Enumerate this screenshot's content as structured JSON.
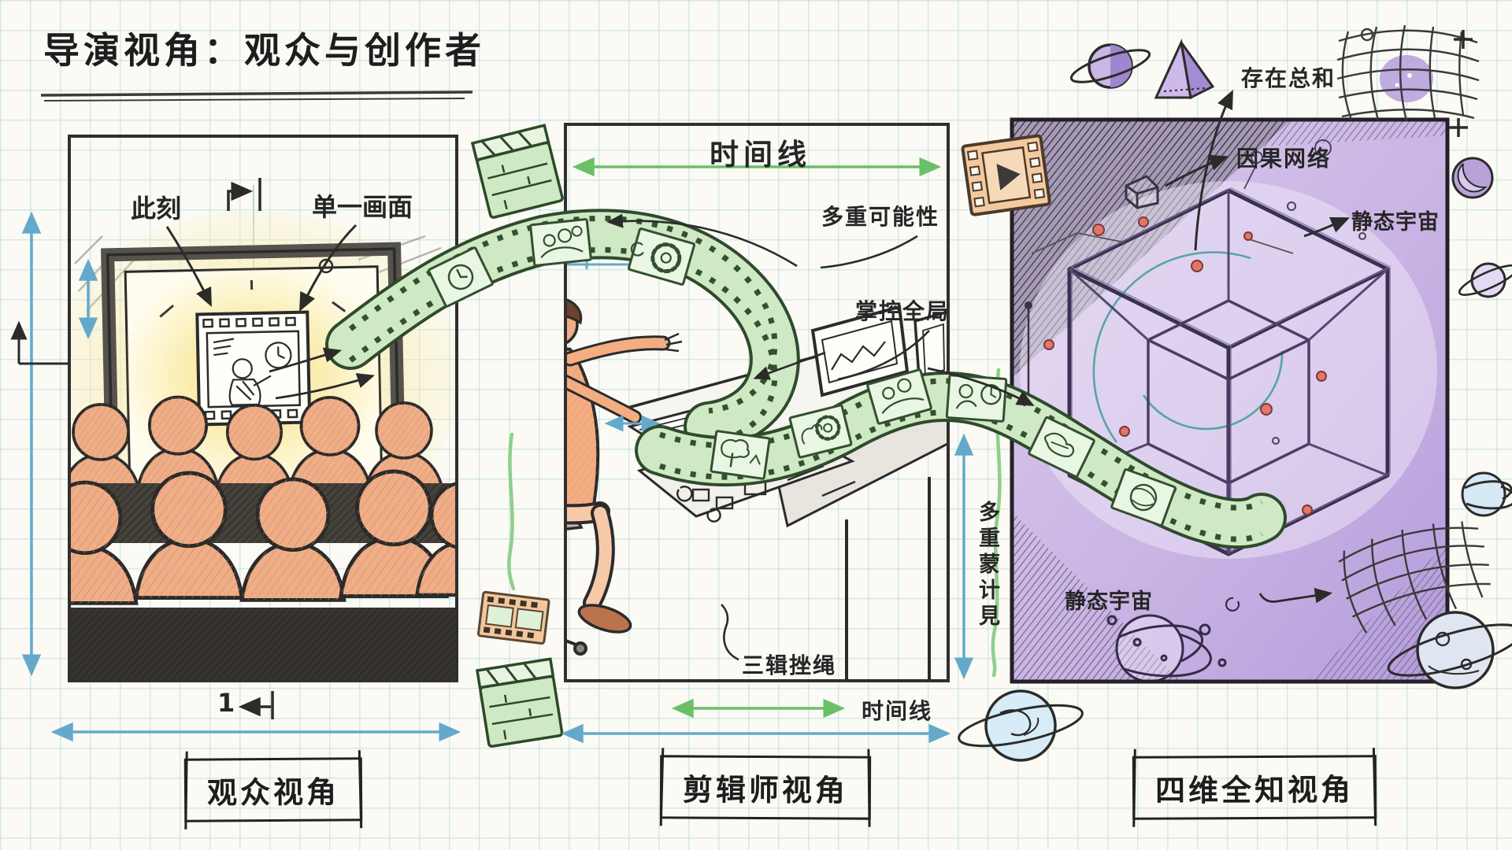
{
  "title": "导演视角：观众与创作者",
  "left_panel": {
    "caption": "观众视角",
    "label_now": "此刻",
    "label_single_frame": "单一画面",
    "frame_number": "1"
  },
  "middle_panel": {
    "caption": "剪辑师视角",
    "timeline_top": "时间线",
    "timeline_bottom": "时间线",
    "label_possibilities": "多重可能性",
    "label_control": "掌控全局",
    "label_console": "三辑挫绳",
    "label_vertical": "多重蒙计見"
  },
  "right_panel": {
    "caption": "四维全知视角",
    "label_sum": "存在总和",
    "label_causal": "因果网络",
    "label_static_right": "静态宇宙",
    "label_static_left": "静态宇宙"
  },
  "icons": [
    "clapperboard-icon",
    "film-frame-icon",
    "play-frame-icon",
    "saturn-icon",
    "pyramid-icon",
    "spacetime-grid-icon",
    "moon-icon",
    "planet-icon",
    "tesseract-icon",
    "cube-icon",
    "return-mark-icon"
  ],
  "colors": {
    "paper": "#fbfaf4",
    "grid": "#7dc3cd",
    "ink": "#2b2b2b",
    "film_green": "#cfe9c4",
    "film_edge": "#2f4a2c",
    "arrow_green": "#6bbf69",
    "dim_blue": "#64a9cc",
    "skin_orange": "#efae87",
    "shirt_orange": "#f4ad82",
    "panel_purple": "#c9b4e4",
    "cube_purple": "#3a3050",
    "dot_red": "#e4756b",
    "teal": "#3f9d98",
    "glow_yellow": "#f9ecac",
    "icon_orange": "#f4c9a0"
  }
}
